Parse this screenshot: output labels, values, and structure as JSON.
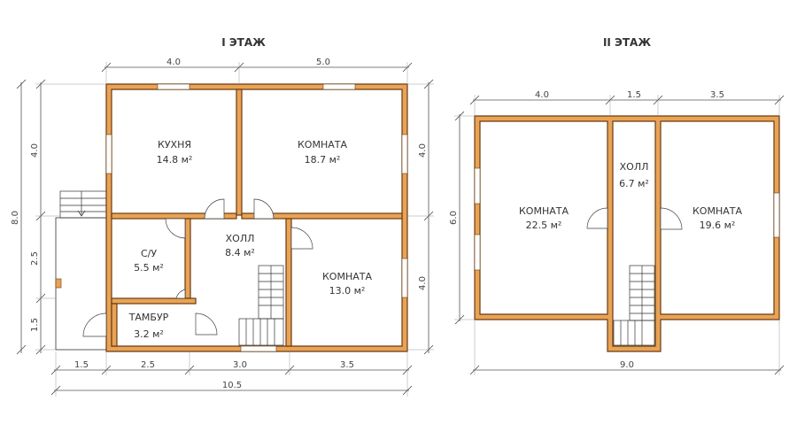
{
  "floors": [
    {
      "title": "I ЭТАЖ",
      "rooms": [
        {
          "name": "КУХНЯ",
          "area": "14.8 м²"
        },
        {
          "name": "КОМНАТА",
          "area": "18.7 м²"
        },
        {
          "name": "С/У",
          "area": "5.5 м²"
        },
        {
          "name": "ХОЛЛ",
          "area": "8.4 м²"
        },
        {
          "name": "КОМНАТА",
          "area": "13.0 м²"
        },
        {
          "name": "ТАМБУР",
          "area": "3.2 м²"
        }
      ],
      "dims": {
        "top": [
          "4.0",
          "5.0"
        ],
        "left_outer": "8.0",
        "left_inner": [
          "4.0",
          "2.5",
          "1.5"
        ],
        "right": [
          "4.0",
          "4.0"
        ],
        "bottom": [
          "1.5",
          "2.5",
          "3.0",
          "3.5"
        ],
        "overall": "10.5"
      }
    },
    {
      "title": "II ЭТАЖ",
      "rooms": [
        {
          "name": "ХОЛЛ",
          "area": "6.7 м²"
        },
        {
          "name": "КОМНАТА",
          "area": "22.5 м²"
        },
        {
          "name": "КОМНАТА",
          "area": "19.6 м²"
        }
      ],
      "dims": {
        "top": [
          "4.0",
          "1.5",
          "3.5"
        ],
        "left": "6.0",
        "bottom": "9.0"
      }
    }
  ]
}
